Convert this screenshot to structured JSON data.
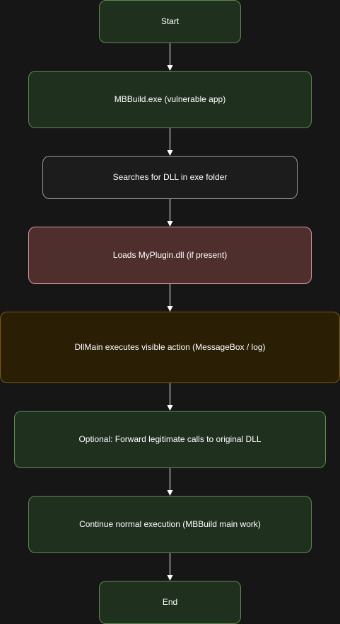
{
  "diagram": {
    "nodes": [
      {
        "id": "start",
        "label": "Start"
      },
      {
        "id": "mbbuild",
        "label": "MBBuild.exe (vulnerable app)"
      },
      {
        "id": "search",
        "label": "Searches for DLL in exe folder"
      },
      {
        "id": "loads",
        "label": "Loads MyPlugin.dll (if present)"
      },
      {
        "id": "dllmain",
        "label": "DllMain executes visible action (MessageBox / log)"
      },
      {
        "id": "forward",
        "label": "Optional: Forward legitimate calls to original DLL"
      },
      {
        "id": "continue",
        "label": "Continue normal execution (MBBuild main work)"
      },
      {
        "id": "end",
        "label": "End"
      }
    ],
    "edges": [
      [
        "start",
        "mbbuild"
      ],
      [
        "mbbuild",
        "search"
      ],
      [
        "search",
        "loads"
      ],
      [
        "loads",
        "dllmain"
      ],
      [
        "dllmain",
        "forward"
      ],
      [
        "forward",
        "continue"
      ],
      [
        "continue",
        "end"
      ]
    ],
    "colors": {
      "background": "#161616",
      "green_fill": "#1f301f",
      "green_border": "#5d8a4e",
      "gray_fill": "#1c1c1c",
      "gray_border": "#9a9a9a",
      "red_fill": "#4f2e2e",
      "red_border": "#d99a9a",
      "brown_fill": "#2a1e05",
      "brown_border": "#7a5a15",
      "arrow": "#ffffff",
      "text": "#ffffff"
    }
  }
}
